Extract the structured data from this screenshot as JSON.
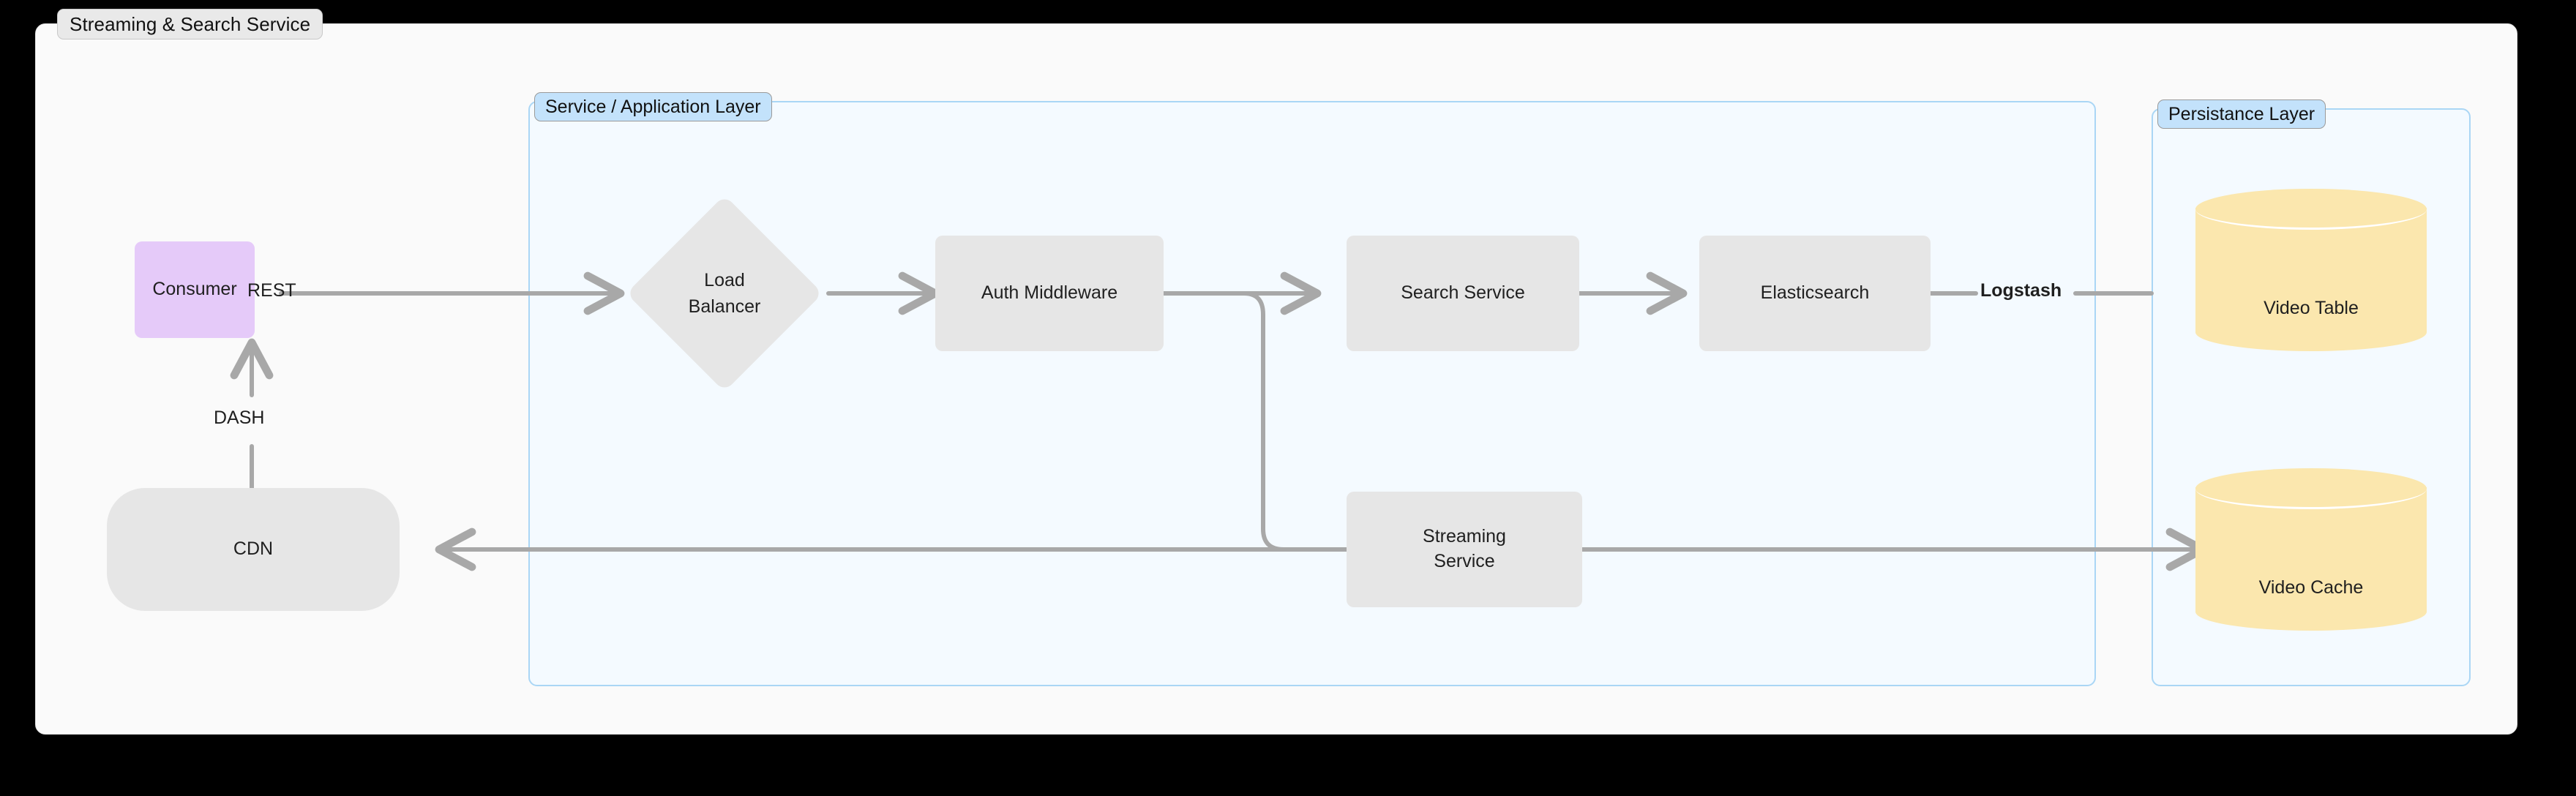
{
  "diagram": {
    "title": "Streaming & Search Service",
    "layers": [
      {
        "id": "service",
        "label": "Service / Application Layer"
      },
      {
        "id": "persistence",
        "label": "Persistance Layer"
      }
    ],
    "nodes": [
      {
        "id": "consumer",
        "label": "Consumer",
        "shape": "rect",
        "color": "#e5caf9"
      },
      {
        "id": "cdn",
        "label": "CDN",
        "shape": "pill",
        "color": "#e6e6e6"
      },
      {
        "id": "load_balancer",
        "label": "Load\nBalancer",
        "shape": "diamond",
        "color": "#e6e6e6",
        "line1": "Load",
        "line2": "Balancer"
      },
      {
        "id": "auth",
        "label": "Auth Middleware",
        "shape": "rect",
        "color": "#e6e6e6"
      },
      {
        "id": "search",
        "label": "Search Service",
        "shape": "rect",
        "color": "#e6e6e6"
      },
      {
        "id": "elasticsearch",
        "label": "Elasticsearch",
        "shape": "rect",
        "color": "#e6e6e6"
      },
      {
        "id": "streaming",
        "label": "Streaming\nService",
        "shape": "rect",
        "color": "#e6e6e6",
        "line1": "Streaming",
        "line2": "Service"
      },
      {
        "id": "video_table",
        "label": "Video Table",
        "shape": "cylinder",
        "color": "#fbe7ae"
      },
      {
        "id": "video_cache",
        "label": "Video Cache",
        "shape": "cylinder",
        "color": "#fbe7ae"
      }
    ],
    "edges": [
      {
        "from": "consumer",
        "to": "load_balancer",
        "label": "REST",
        "bold": false
      },
      {
        "from": "cdn",
        "to": "consumer",
        "label": "DASH",
        "bold": false
      },
      {
        "from": "load_balancer",
        "to": "auth",
        "label": "",
        "bold": false
      },
      {
        "from": "auth",
        "to": "search",
        "label": "",
        "bold": false
      },
      {
        "from": "auth",
        "to": "streaming",
        "label": "",
        "bold": false
      },
      {
        "from": "search",
        "to": "elasticsearch",
        "label": "",
        "bold": false
      },
      {
        "from": "video_table",
        "to": "elasticsearch",
        "label": "Logstash",
        "bold": true
      },
      {
        "from": "video_table",
        "to": "video_cache",
        "label": "",
        "bold": false
      },
      {
        "from": "streaming",
        "to": "video_cache",
        "label": "",
        "bold": false
      },
      {
        "from": "streaming",
        "to": "cdn",
        "label": "",
        "bold": false
      }
    ],
    "colors": {
      "background": "#000000",
      "card": "#fafafa",
      "layer_fill": "#f4faff",
      "layer_border": "#aad6f5",
      "layer_badge": "#c3e2fb",
      "title_badge": "#e9e9e9",
      "node_grey": "#e6e6e6",
      "node_purple": "#e5caf9",
      "node_yellow": "#fbe7ae",
      "edge": "#a8a8a8",
      "text": "#1f1f1f"
    }
  }
}
